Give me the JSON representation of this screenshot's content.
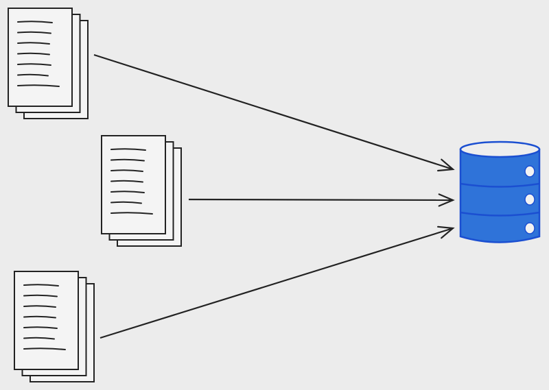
{
  "diagram": {
    "background": "#ececec",
    "stroke_color": "#222222",
    "database_fill": "#2f73d9",
    "database_stroke": "#1b4fd1",
    "document_fill": "#f4f4f4",
    "documents": [
      {
        "name": "document-stack-1",
        "pages": 3,
        "lines": 7
      },
      {
        "name": "document-stack-2",
        "pages": 3,
        "lines": 7
      },
      {
        "name": "document-stack-3",
        "pages": 3,
        "lines": 7
      }
    ],
    "database": {
      "icon": "database-icon",
      "segments": 3
    },
    "arrows": [
      {
        "from": "document-stack-1",
        "to": "database"
      },
      {
        "from": "document-stack-2",
        "to": "database"
      },
      {
        "from": "document-stack-3",
        "to": "database"
      }
    ]
  }
}
